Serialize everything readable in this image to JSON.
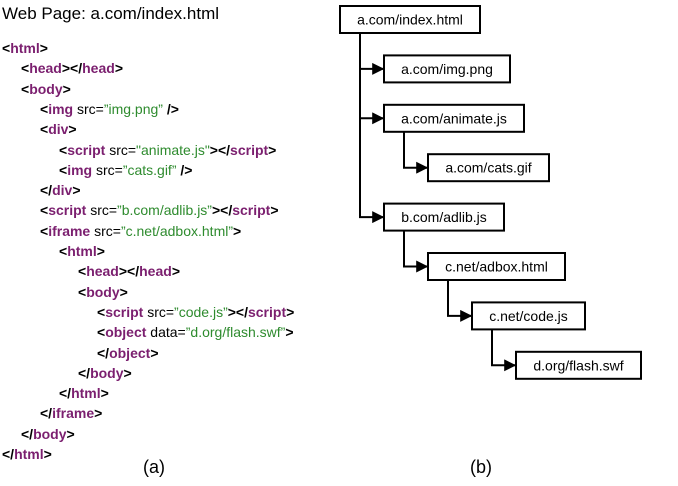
{
  "page_label": "Web Page: a.com/index.html",
  "captions": {
    "a": "(a)",
    "b": "(b)"
  },
  "code_lines": [
    {
      "indent": 0,
      "parts": [
        [
          "pn",
          "<"
        ],
        [
          "kw",
          "html"
        ],
        [
          "pn",
          ">"
        ]
      ]
    },
    {
      "indent": 1,
      "parts": [
        [
          "pn",
          "<"
        ],
        [
          "kw",
          "head"
        ],
        [
          "pn",
          "></"
        ],
        [
          "kw",
          "head"
        ],
        [
          "pn",
          ">"
        ]
      ]
    },
    {
      "indent": 1,
      "parts": [
        [
          "pn",
          "<"
        ],
        [
          "kw",
          "body"
        ],
        [
          "pn",
          ">"
        ]
      ]
    },
    {
      "indent": 2,
      "parts": [
        [
          "pn",
          "<"
        ],
        [
          "kw",
          "img"
        ],
        [
          "at",
          " src="
        ],
        [
          "st",
          "”img.png”"
        ],
        [
          "pn",
          " />"
        ]
      ]
    },
    {
      "indent": 2,
      "parts": [
        [
          "pn",
          "<"
        ],
        [
          "kw",
          "div"
        ],
        [
          "pn",
          ">"
        ]
      ]
    },
    {
      "indent": 3,
      "parts": [
        [
          "pn",
          "<"
        ],
        [
          "kw",
          "script"
        ],
        [
          "at",
          " src="
        ],
        [
          "st",
          "\"animate.js\""
        ],
        [
          "pn",
          "></"
        ],
        [
          "kw",
          "script"
        ],
        [
          "pn",
          ">"
        ]
      ]
    },
    {
      "indent": 3,
      "parts": [
        [
          "pn",
          "<"
        ],
        [
          "kw",
          "img"
        ],
        [
          "at",
          " src="
        ],
        [
          "st",
          "”cats.gif”"
        ],
        [
          "pn",
          " />"
        ]
      ]
    },
    {
      "indent": 2,
      "parts": [
        [
          "pn",
          "</"
        ],
        [
          "kw",
          "div"
        ],
        [
          "pn",
          ">"
        ]
      ]
    },
    {
      "indent": 2,
      "parts": [
        [
          "pn",
          "<"
        ],
        [
          "kw",
          "script"
        ],
        [
          "at",
          " src="
        ],
        [
          "st",
          "”b.com/adlib.js”"
        ],
        [
          "pn",
          "></"
        ],
        [
          "kw",
          "script"
        ],
        [
          "pn",
          ">"
        ]
      ]
    },
    {
      "indent": 2,
      "parts": [
        [
          "pn",
          "<"
        ],
        [
          "kw",
          "iframe"
        ],
        [
          "at",
          " src="
        ],
        [
          "st",
          "”c.net/adbox.html”"
        ],
        [
          "pn",
          ">"
        ]
      ]
    },
    {
      "indent": 3,
      "parts": [
        [
          "pn",
          "<"
        ],
        [
          "kw",
          "html"
        ],
        [
          "pn",
          ">"
        ]
      ]
    },
    {
      "indent": 4,
      "parts": [
        [
          "pn",
          "<"
        ],
        [
          "kw",
          "head"
        ],
        [
          "pn",
          "></"
        ],
        [
          "kw",
          "head"
        ],
        [
          "pn",
          ">"
        ]
      ]
    },
    {
      "indent": 4,
      "parts": [
        [
          "pn",
          "<"
        ],
        [
          "kw",
          "body"
        ],
        [
          "pn",
          ">"
        ]
      ]
    },
    {
      "indent": 5,
      "parts": [
        [
          "pn",
          "<"
        ],
        [
          "kw",
          "script"
        ],
        [
          "at",
          " src="
        ],
        [
          "st",
          "”code.js”"
        ],
        [
          "pn",
          "></"
        ],
        [
          "kw",
          "script"
        ],
        [
          "pn",
          ">"
        ]
      ]
    },
    {
      "indent": 5,
      "parts": [
        [
          "pn",
          "<"
        ],
        [
          "kw",
          "object"
        ],
        [
          "at",
          " data="
        ],
        [
          "st",
          "”d.org/flash.swf”"
        ],
        [
          "pn",
          ">"
        ]
      ]
    },
    {
      "indent": 5,
      "parts": [
        [
          "pn",
          "</"
        ],
        [
          "kw",
          "object"
        ],
        [
          "pn",
          ">"
        ]
      ]
    },
    {
      "indent": 4,
      "parts": [
        [
          "pn",
          "</"
        ],
        [
          "kw",
          "body"
        ],
        [
          "pn",
          ">"
        ]
      ]
    },
    {
      "indent": 3,
      "parts": [
        [
          "pn",
          "</"
        ],
        [
          "kw",
          "html"
        ],
        [
          "pn",
          ">"
        ]
      ]
    },
    {
      "indent": 2,
      "parts": [
        [
          "pn",
          "</"
        ],
        [
          "kw",
          "iframe"
        ],
        [
          "pn",
          ">"
        ]
      ]
    },
    {
      "indent": 1,
      "parts": [
        [
          "pn",
          "</"
        ],
        [
          "kw",
          "body"
        ],
        [
          "pn",
          ">"
        ]
      ]
    },
    {
      "indent": 0,
      "parts": [
        [
          "pn",
          "</"
        ],
        [
          "kw",
          "html"
        ],
        [
          "pn",
          ">"
        ]
      ]
    }
  ],
  "colors": {
    "tag": "#7b1f6f",
    "string": "#2e8b2e",
    "text": "#000000"
  },
  "tree": [
    {
      "id": "root",
      "label": "a.com/index.html",
      "depth": 0,
      "parent": null
    },
    {
      "id": "img",
      "label": "a.com/img.png",
      "depth": 1,
      "parent": "root"
    },
    {
      "id": "animate",
      "label": "a.com/animate.js",
      "depth": 1,
      "parent": "root"
    },
    {
      "id": "cats",
      "label": "a.com/cats.gif",
      "depth": 2,
      "parent": "animate"
    },
    {
      "id": "adlib",
      "label": "b.com/adlib.js",
      "depth": 1,
      "parent": "root"
    },
    {
      "id": "adbox",
      "label": "c.net/adbox.html",
      "depth": 2,
      "parent": "adlib"
    },
    {
      "id": "code",
      "label": "c.net/code.js",
      "depth": 3,
      "parent": "adbox"
    },
    {
      "id": "flash",
      "label": "d.org/flash.swf",
      "depth": 4,
      "parent": "code"
    }
  ]
}
